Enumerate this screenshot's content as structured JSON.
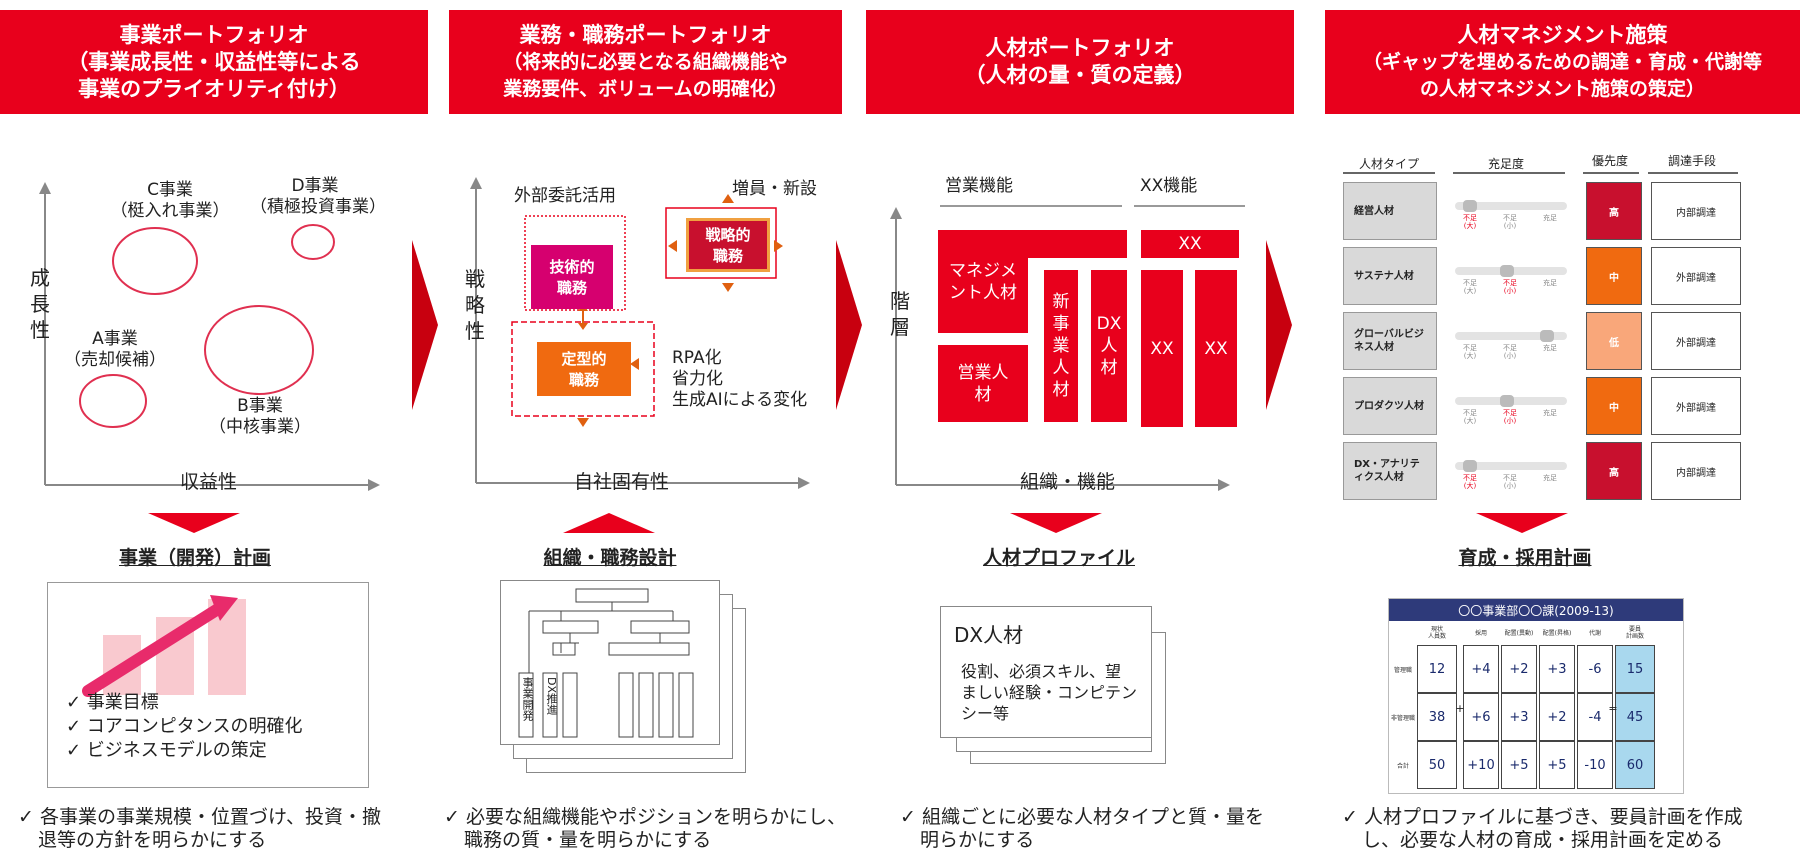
{
  "headers": [
    {
      "lines": [
        "事業ポートフォリオ",
        "（事業成長性・収益性等による",
        "事業のプライオリティ付け）"
      ]
    },
    {
      "lines": [
        "業務・職務ポートフォリオ",
        "（将来的に必要となる組織機能や",
        "業務要件、ボリュームの明確化）"
      ]
    },
    {
      "lines": [
        "人材ポートフォリオ",
        "（人材の量・質の定義）"
      ]
    },
    {
      "lines": [
        "人材マネジメント施策",
        "（ギャップを埋めるための調達・育成・代謝等",
        "の人材マネジメント施策の策定）"
      ]
    }
  ],
  "panel1": {
    "y_axis": "成長性",
    "x_axis": "収益性",
    "bubbles": [
      {
        "name": "C事業",
        "note": "（梃入れ事業）"
      },
      {
        "name": "D事業",
        "note": "（積極投資事業）"
      },
      {
        "name": "A事業",
        "note": "（売却候補）"
      },
      {
        "name": "B事業",
        "note": "（中核事業）"
      }
    ],
    "section_title": "事業（開発）計画",
    "checklist": [
      "✓ 事業目標",
      "✓ コアコンピタンスの明確化",
      "✓ ビジネスモデルの策定"
    ],
    "summary": [
      "✓ 各事業の事業規模・位置づけ、投資・撤",
      "退等の方針を明らかにする"
    ]
  },
  "panel2": {
    "y_axis": "戦略性",
    "x_axis": "自社固有性",
    "outsource_label": "外部委託活用",
    "increase_label": "増員・新設",
    "tech_box": "技術的\n職務",
    "strategic_box": "戦略的\n職務",
    "routine_box": "定型的\n職務",
    "change_lines": [
      "RPA化",
      "省力化",
      "生成AIによる変化"
    ],
    "section_title": "組織・職務設計",
    "org_labels": [
      "事業開発",
      "DX推進"
    ],
    "summary": [
      "✓ 必要な組織機能やポジションを明らかにし、",
      "職務の質・量を明らかにする"
    ]
  },
  "panel3": {
    "y_axis": "階層",
    "x_axis": "組織・機能",
    "col1_label": "営業機能",
    "col2_label": "XX機能",
    "blocks": {
      "management": "マネジメント人材",
      "sales": "営業人材",
      "new_biz": "新事業人材",
      "dx": "DX人材",
      "xx_top": "XX",
      "xx_a": "XX",
      "xx_b": "XX"
    },
    "section_title": "人材プロファイル",
    "profile_title": "DX人材",
    "profile_body": [
      "役割、必須スキル、望",
      "ましい経験・コンピテン",
      "シー等"
    ],
    "summary": [
      "✓ 組織ごとに必要な人材タイプと質・量を",
      "明らかにする"
    ]
  },
  "panel4": {
    "columns": [
      "人材タイプ",
      "充足度",
      "優先度",
      "調達手段"
    ],
    "rows": [
      {
        "type": "経営人材",
        "priority": "高",
        "method": "内部調達",
        "level": 0.08,
        "priority_color": "#c8102e"
      },
      {
        "type": "サステナ人材",
        "priority": "中",
        "method": "外部調達",
        "level": 0.45,
        "priority_color": "#f06a10"
      },
      {
        "type": "グローバルビジネス人材",
        "priority": "低",
        "method": "外部調達",
        "level": 0.85,
        "priority_color": "#f9a77a"
      },
      {
        "type": "プロダクツ人材",
        "priority": "中",
        "method": "外部調達",
        "level": 0.45,
        "priority_color": "#f06a10"
      },
      {
        "type": "DX・アナリティクス人材",
        "priority": "高",
        "method": "内部調達",
        "level": 0.08,
        "priority_color": "#c8102e"
      }
    ],
    "scale_labels": [
      "不足\n(大)",
      "不足\n(小)",
      "充足"
    ],
    "section_title": "育成・採用計画",
    "plan_title": "〇〇事業部〇〇課(2009-13)",
    "plan_headers": [
      "現状\n人員数",
      "採用",
      "配置(異動)",
      "配置(昇格)",
      "代謝",
      "要員\n計画数"
    ],
    "plan_rows": [
      {
        "label": "管理職",
        "values": [
          "12",
          "+4",
          "+2",
          "+3",
          "-6",
          "15"
        ]
      },
      {
        "label": "非管理職",
        "values": [
          "38",
          "+6",
          "+3",
          "+2",
          "-4",
          "45"
        ]
      },
      {
        "label": "合計",
        "values": [
          "50",
          "+10",
          "+5",
          "+5",
          "-10",
          "60"
        ]
      }
    ],
    "summary": [
      "✓ 人材プロファイルに基づき、要員計画を作成",
      "し、必要な人材の育成・採用計画を定める"
    ]
  },
  "colors": {
    "red": "#e8001c",
    "dark_red": "#c8102e",
    "orange": "#f06a10",
    "pink": "#d6006f",
    "light_blue": "#a9d8ee"
  }
}
